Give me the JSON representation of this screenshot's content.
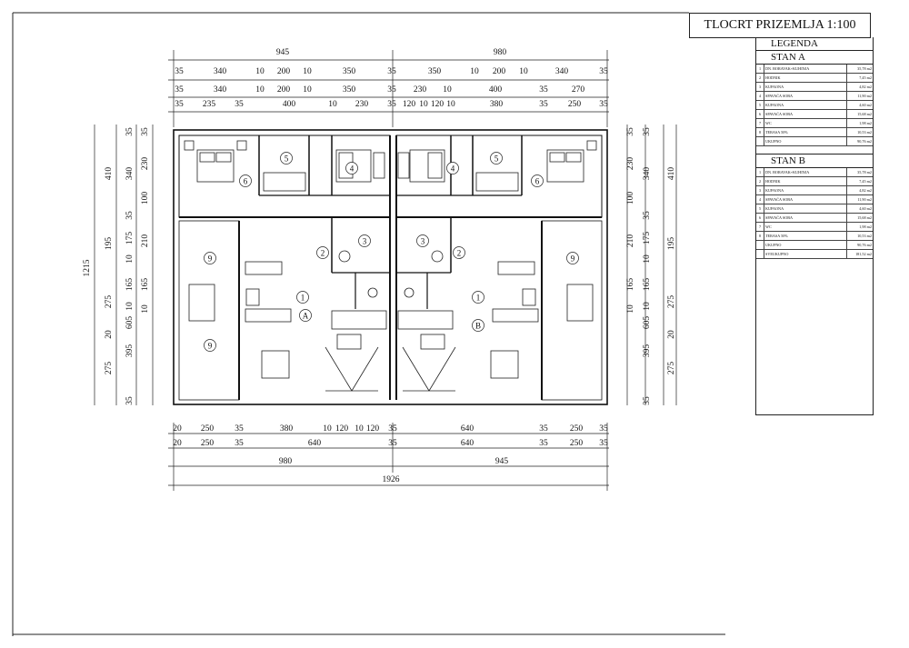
{
  "title": "TLOCRT PRIZEMLJA 1:100",
  "legend": {
    "heading": "LEGENDA",
    "stan_a": {
      "label": "STAN A",
      "rooms": [
        {
          "n": "1",
          "name": "DN. BORAVAK+KUHINJA",
          "area": "35,78 m2"
        },
        {
          "n": "2",
          "name": "HODNIK",
          "area": "7,45 m2"
        },
        {
          "n": "3",
          "name": "KUPAONA",
          "area": "4,82 m2"
        },
        {
          "n": "4",
          "name": "SPAVAĆA SOBA",
          "area": "11,90 m2"
        },
        {
          "n": "5",
          "name": "KUPAONA",
          "area": "4,60 m2"
        },
        {
          "n": "6",
          "name": "SPAVAĆA SOBA",
          "area": "15,68 m2"
        },
        {
          "n": "7",
          "name": "WC",
          "area": "1,98 m2"
        },
        {
          "n": "8",
          "name": "TERASA 50%",
          "area": "10,53 m2"
        },
        {
          "n": "",
          "name": "UKUPNO",
          "area": "90,76 m2"
        }
      ]
    },
    "stan_b": {
      "label": "STAN B",
      "rooms": [
        {
          "n": "1",
          "name": "DN. BORAVAK+KUHINJA",
          "area": "35,78 m2"
        },
        {
          "n": "2",
          "name": "HODNIK",
          "area": "7,45 m2"
        },
        {
          "n": "3",
          "name": "KUPAONA",
          "area": "4,82 m2"
        },
        {
          "n": "4",
          "name": "SPAVAĆA SOBA",
          "area": "11,90 m2"
        },
        {
          "n": "5",
          "name": "KUPAONA",
          "area": "4,60 m2"
        },
        {
          "n": "6",
          "name": "SPAVAĆA SOBA",
          "area": "15,68 m2"
        },
        {
          "n": "7",
          "name": "WC",
          "area": "1,98 m2"
        },
        {
          "n": "8",
          "name": "TERASA 50%",
          "area": "10,53 m2"
        },
        {
          "n": "",
          "name": "UKUPNO",
          "area": "90,76 m2"
        },
        {
          "n": "",
          "name": "SVEUKUPNO",
          "area": "181,52 m2"
        }
      ]
    }
  },
  "dims_top": {
    "row1": [
      "945",
      "980"
    ],
    "row2": [
      "35",
      "340",
      "10",
      "200",
      "10",
      "350",
      "35",
      "350",
      "10",
      "200",
      "10",
      "340",
      "35"
    ],
    "row3": [
      "35",
      "340",
      "10",
      "200",
      "10",
      "350",
      "35",
      "230",
      "10",
      "400",
      "35",
      "270"
    ],
    "row4": [
      "35",
      "235",
      "35",
      "400",
      "10",
      "230",
      "35",
      "120",
      "10",
      "120",
      "10",
      "380",
      "35",
      "250",
      "35"
    ]
  },
  "dims_bottom": {
    "row1": [
      "20",
      "250",
      "35",
      "380",
      "10",
      "120",
      "10",
      "120",
      "35",
      "640",
      "35",
      "250",
      "35"
    ],
    "row2": [
      "20",
      "250",
      "35",
      "640",
      "35",
      "640",
      "35",
      "250",
      "35"
    ],
    "row3": [
      "980",
      "945"
    ],
    "row4": [
      "1926"
    ]
  },
  "dims_left": {
    "total": "1215",
    "outer": [
      "410",
      "195",
      "275",
      "20",
      "275"
    ],
    "mid": [
      "35",
      "340",
      "35",
      "175",
      "10",
      "165",
      "10",
      "605",
      "395",
      "35"
    ],
    "inner": [
      "35",
      "230",
      "100",
      "210",
      "165",
      "10"
    ]
  },
  "dims_right": {
    "total": "",
    "outer": [
      "410",
      "195",
      "275",
      "20",
      "275"
    ],
    "mid": [
      "35",
      "340",
      "35",
      "175",
      "10",
      "165",
      "10",
      "605",
      "395",
      "35"
    ],
    "inner": [
      "35",
      "230",
      "100",
      "210",
      "165",
      "10"
    ]
  },
  "rooms": {
    "a": [
      "1",
      "2",
      "3",
      "4",
      "5",
      "6",
      "9",
      "9",
      "A"
    ],
    "b": [
      "1",
      "2",
      "3",
      "4",
      "5",
      "6",
      "9",
      "B"
    ]
  }
}
